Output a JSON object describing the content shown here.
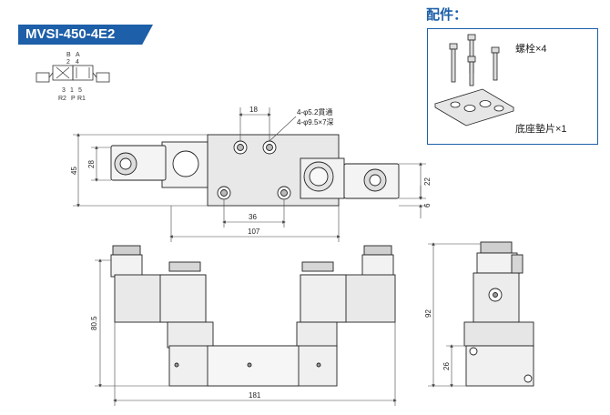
{
  "header": {
    "model": "MVSI-450-4E2"
  },
  "symbol": {
    "port_top_letters": [
      "B",
      "A"
    ],
    "port_top_numbers": [
      "2",
      "4"
    ],
    "port_bottom_numbers": [
      "3",
      "1",
      "5"
    ],
    "port_bottom_letters": [
      "R2",
      "P",
      "R1"
    ]
  },
  "accessories": {
    "title": "配件：",
    "bolt_label": "螺栓×4",
    "gasket_label": "底座墊片×1"
  },
  "top_view": {
    "dim_pitch": "18",
    "hole_callout_1": "4-φ5.2貫通",
    "hole_callout_2": "4-φ9.5×7深",
    "dim_height": "45",
    "dim_inner": "28",
    "dim_right": "22",
    "dim_right_small": "6",
    "dim_hole_span": "36",
    "dim_body_len": "107"
  },
  "front_view": {
    "dim_height": "80.5",
    "dim_total_len": "181"
  },
  "side_view": {
    "dim_height": "92",
    "dim_base": "26"
  }
}
